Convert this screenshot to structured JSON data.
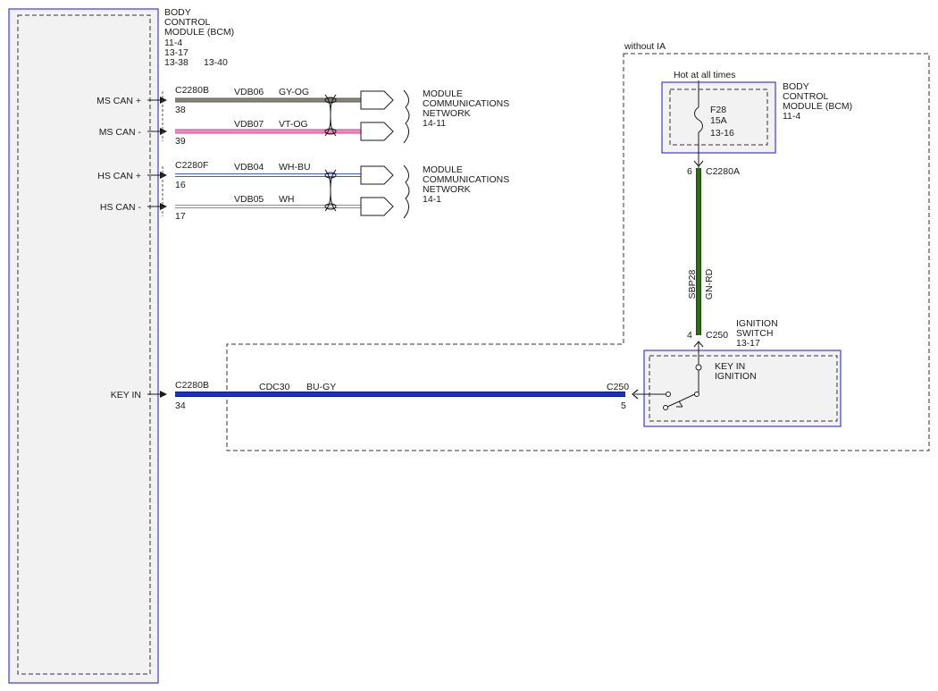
{
  "bcm_main": {
    "title_lines": [
      "BODY",
      "CONTROL",
      "MODULE (BCM)"
    ],
    "refs": [
      "11-4",
      "13-17",
      "13-38",
      "13-40"
    ]
  },
  "pins": {
    "ms_can_plus": "MS CAN +",
    "ms_can_minus": "MS CAN -",
    "hs_can_plus": "HS CAN +",
    "hs_can_minus": "HS CAN -",
    "key_in": "KEY IN"
  },
  "circuits": {
    "ms_plus": {
      "connector": "C2280B",
      "pin": "38",
      "circuit": "VDB06",
      "color_code": "GY-OG",
      "wire_color": "#8a8478"
    },
    "ms_minus": {
      "pin": "39",
      "circuit": "VDB07",
      "color_code": "VT-OG",
      "wire_color": "#f08cbf"
    },
    "hs_plus": {
      "connector": "C2280F",
      "pin": "16",
      "circuit": "VDB04",
      "color_code": "WH-BU",
      "wire_color": "#3f5fd1"
    },
    "hs_minus": {
      "pin": "17",
      "circuit": "VDB05",
      "color_code": "WH",
      "wire_color": "#8c8c8c"
    },
    "key_in": {
      "connector": "C2280B",
      "pin": "34",
      "circuit": "CDC30",
      "color_code": "BU-GY",
      "wire_color": "#1c2fd6"
    }
  },
  "network_ms": {
    "lines": [
      "MODULE",
      "COMMUNICATIONS",
      "NETWORK"
    ],
    "ref": "14-11"
  },
  "network_hs": {
    "lines": [
      "MODULE",
      "COMMUNICATIONS",
      "NETWORK"
    ],
    "ref": "14-1"
  },
  "without_ia": "without IA",
  "hot_at_all_times": "Hot at all times",
  "fuse": {
    "name": "F28",
    "rating": "15A",
    "ref": "13-16"
  },
  "bcm_fuse_box": {
    "title_lines": [
      "BODY",
      "CONTROL",
      "MODULE (BCM)"
    ],
    "ref": "11-4"
  },
  "c2280a": {
    "connector": "C2280A",
    "pin": "6"
  },
  "sbp28": {
    "circuit": "SBP28",
    "color_code": "GN-RD",
    "wire_color": "#2e6b1a"
  },
  "ignition_switch": {
    "title_lines": [
      "IGNITION",
      "SWITCH"
    ],
    "ref": "13-17",
    "connector": "C250",
    "pin": "4"
  },
  "key_in_ignition": {
    "lines": [
      "KEY IN",
      "IGNITION"
    ]
  },
  "c250_key": {
    "connector": "C250",
    "pin": "5"
  },
  "colors": {
    "module_border": "#3b3bd6",
    "module_fill": "#f2f2f2",
    "dashed": "#333333"
  }
}
